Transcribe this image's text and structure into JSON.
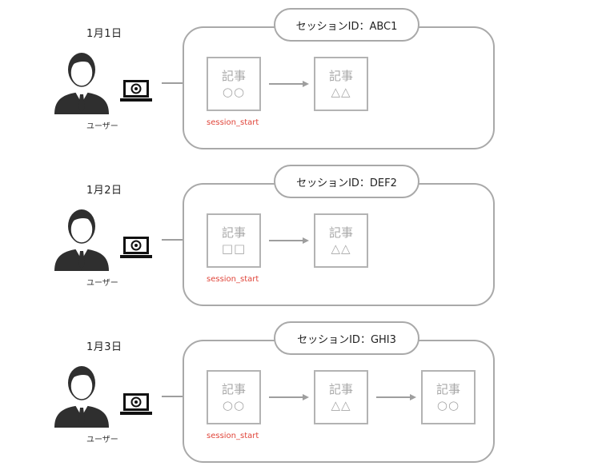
{
  "user_label": "ユーザー",
  "article_label": "記事",
  "event_label": "session_start",
  "colors": {
    "box_border": "#a9a9a9",
    "article_text": "#a8a8a8",
    "event_text": "#e0453a",
    "user_dark": "#2f2f2f"
  },
  "rows": [
    {
      "date": "1月1日",
      "session_id": "セッションID：ABC1",
      "articles": [
        {
          "title": "記事",
          "symbol": "○○"
        },
        {
          "title": "記事",
          "symbol": "△△"
        }
      ]
    },
    {
      "date": "1月2日",
      "session_id": "セッションID：DEF2",
      "articles": [
        {
          "title": "記事",
          "symbol": "□□"
        },
        {
          "title": "記事",
          "symbol": "△△"
        }
      ]
    },
    {
      "date": "1月3日",
      "session_id": "セッションID：GHI3",
      "articles": [
        {
          "title": "記事",
          "symbol": "○○"
        },
        {
          "title": "記事",
          "symbol": "△△"
        },
        {
          "title": "記事",
          "symbol": "○○"
        }
      ]
    }
  ]
}
